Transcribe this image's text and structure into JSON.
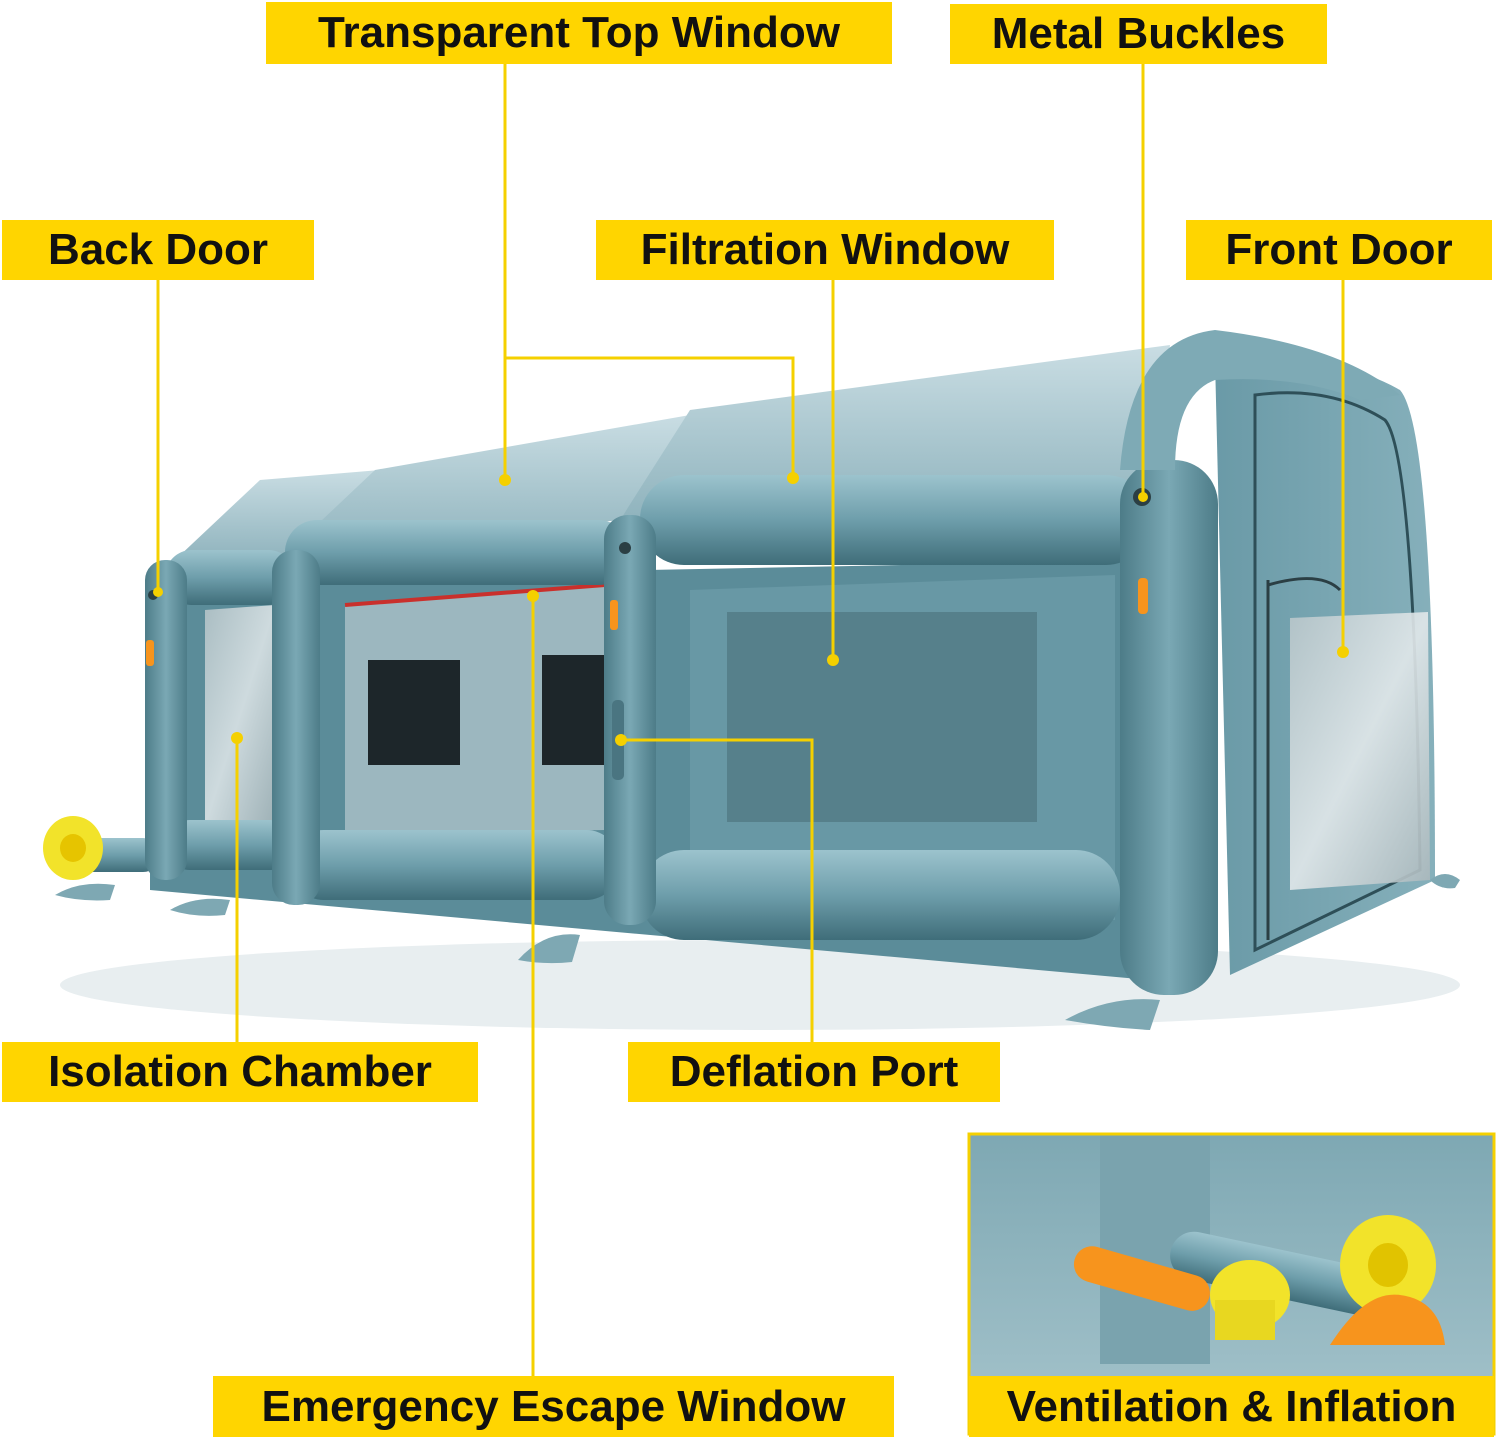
{
  "colors": {
    "label_bg": "#FFD500",
    "leader_line": "#F5D000",
    "tent_body": "#5E8F9C",
    "tent_light": "#8DB6C1",
    "tent_dark": "#3F6D79",
    "blower": "#F2E32A",
    "hose_orange": "#F7941D"
  },
  "labels": {
    "transparent_top_window": "Transparent Top Window",
    "metal_buckles": "Metal Buckles",
    "back_door": "Back Door",
    "filtration_window": "Filtration Window",
    "front_door": "Front Door",
    "isolation_chamber": "Isolation Chamber",
    "deflation_port": "Deflation Port",
    "emergency_escape_window": "Emergency Escape Window",
    "ventilation_inflation": "Ventilation & Inflation"
  }
}
